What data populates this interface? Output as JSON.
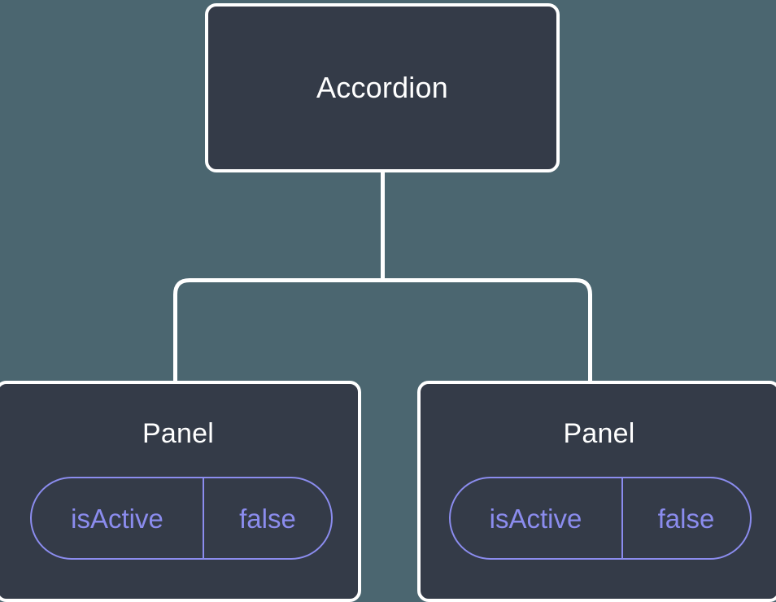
{
  "diagram": {
    "type": "component-tree",
    "background_color": "#4b6670",
    "node_fill_color": "#343b48",
    "node_border_color": "#ffffff",
    "connector_color": "#ffffff",
    "prop_accent_color": "#8b8cee",
    "title_color": "#ffffff",
    "root": {
      "label": "Accordion"
    },
    "children": [
      {
        "label": "Panel",
        "prop": {
          "key": "isActive",
          "value": "false"
        }
      },
      {
        "label": "Panel",
        "prop": {
          "key": "isActive",
          "value": "false"
        }
      }
    ]
  }
}
